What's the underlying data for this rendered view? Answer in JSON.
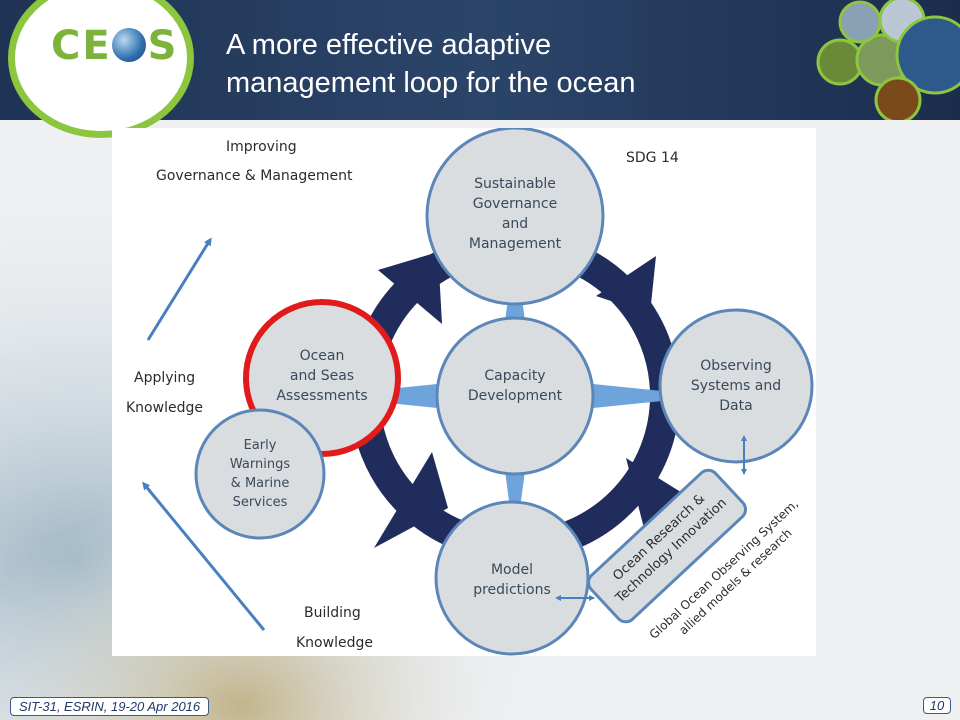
{
  "header": {
    "logo_text": "CEOS",
    "title_line1": "A more effective adaptive",
    "title_line2": "management loop for the ocean"
  },
  "diagram": {
    "left_labels": {
      "improving_1": "Improving",
      "improving_2": "Governance & Management",
      "applying_1": "Applying",
      "applying_2": "Knowledge",
      "building_1": "Building",
      "building_2": "Knowledge"
    },
    "sdg": "SDG 14",
    "nodes": {
      "sustainable": [
        "Sustainable",
        "Governance",
        "and",
        "Management"
      ],
      "observing": [
        "Observing",
        "Systems and",
        "Data"
      ],
      "model": [
        "Model",
        "predictions"
      ],
      "ocean": [
        "Ocean",
        "and Seas",
        "Assessments"
      ],
      "capacity": [
        "Capacity",
        "Development"
      ],
      "early": [
        "Early",
        "Warnings",
        "& Marine",
        "Services"
      ]
    },
    "research_box": [
      "Ocean Research &",
      "Technology Innovation"
    ],
    "research_caption": [
      "Global Ocean Observing System,",
      "allied models & research"
    ]
  },
  "footer": {
    "event": "SIT-31, ESRIN, 19-20 Apr 2016",
    "page": "10"
  },
  "colors": {
    "header_bg": "#1f3354",
    "logo_green": "#8cc63f",
    "ring": "#1f2c5c",
    "circle_fill": "#dadde0",
    "circle_stroke": "#5b86b8",
    "highlight": "#e11b1b",
    "star": "#6fa3dc",
    "arrow": "#4a7fbf"
  }
}
